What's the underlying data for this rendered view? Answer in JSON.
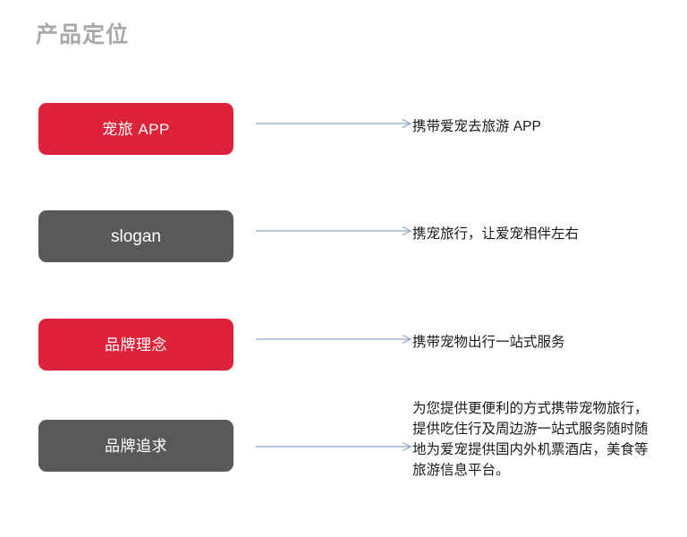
{
  "slide": {
    "title": "产品定位",
    "title_color": "#a9a9a9",
    "background": "#ffffff",
    "accent_red": "#dd2239",
    "accent_gray": "#595959",
    "arrow_color": "#8ea6c4"
  },
  "rows": [
    {
      "box_label": "宠旅 APP",
      "box_style": "red",
      "arrow": "right-arrow",
      "description": "携带爱宠去旅游  APP",
      "description_lines": [
        "携带爱宠去旅游  APP"
      ]
    },
    {
      "box_label": "slogan",
      "box_style": "gray",
      "arrow": "right-arrow",
      "description": "携宠旅行，让爱宠相伴左右",
      "description_lines": [
        "携宠旅行，让爱宠相伴左右"
      ]
    },
    {
      "box_label": "品牌理念",
      "box_style": "red",
      "arrow": "right-arrow",
      "description": "携带宠物出行一站式服务",
      "description_lines": [
        "携带宠物出行一站式服务"
      ]
    },
    {
      "box_label": "品牌追求",
      "box_style": "gray",
      "arrow": "right-arrow",
      "description": "为您提供更便利的方式携带宠物旅行，提供吃住行及周边游一站式服务随时随地为爱宠提供国内外机票酒店，美食等旅游信息平台。",
      "description_lines": [
        "为您提供更便利的方式携带宠物旅行，",
        "提供吃住行及周边游一站式服务随时随",
        "地为爱宠提供国内外机票酒店，美食等",
        "旅游信息平台。"
      ]
    }
  ]
}
